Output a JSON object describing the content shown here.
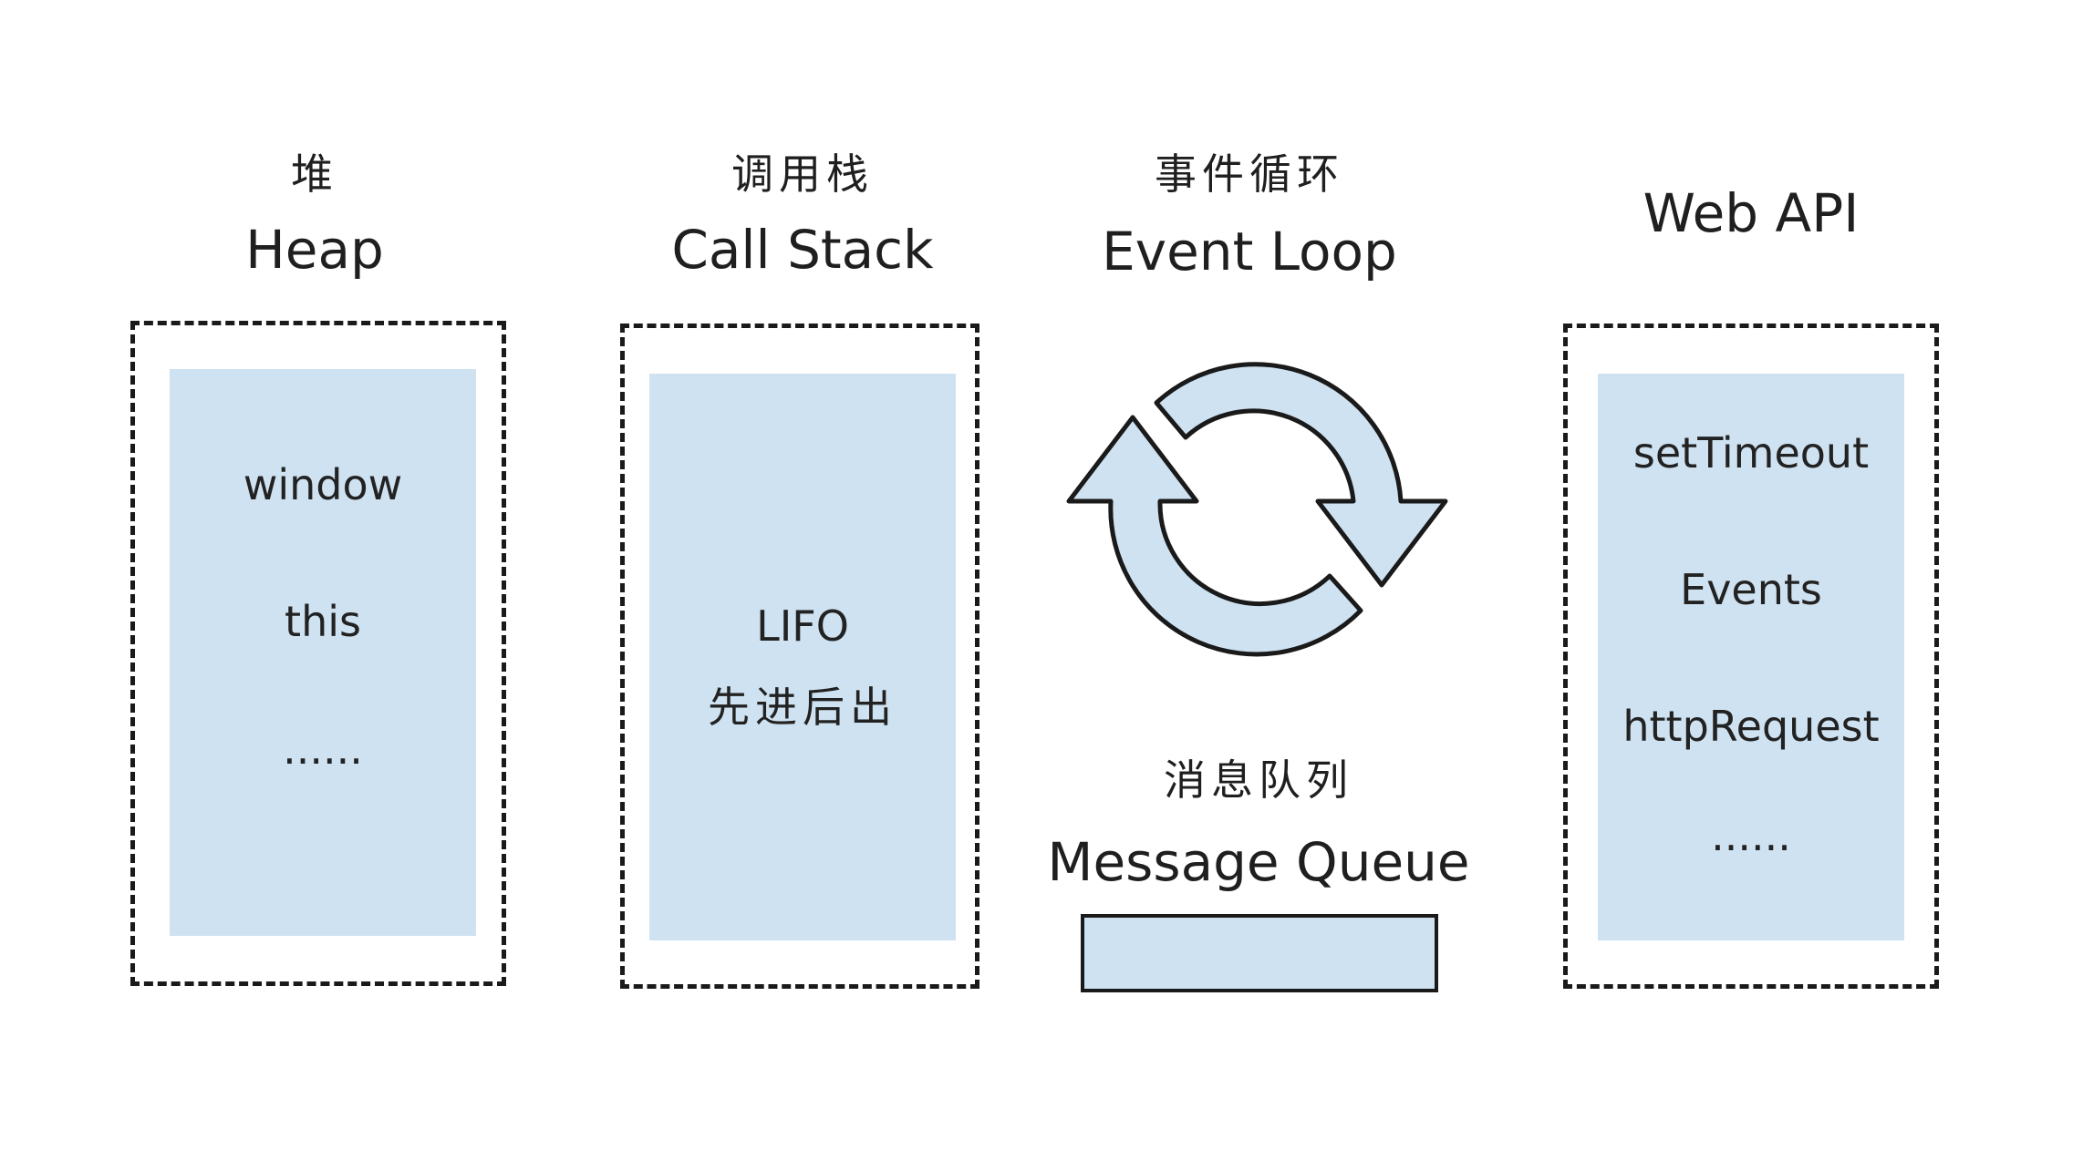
{
  "heap": {
    "title_cn": "堆",
    "title_en": "Heap",
    "items": [
      "window",
      "this",
      "......"
    ]
  },
  "call_stack": {
    "title_cn": "调用栈",
    "title_en": "Call Stack",
    "items": [
      "LIFO",
      "先进后出"
    ]
  },
  "event_loop": {
    "title_cn": "事件循环",
    "title_en": "Event Loop",
    "icon": "cycle-arrows-icon"
  },
  "message_queue": {
    "title_cn": "消息队列",
    "title_en": "Message Queue"
  },
  "web_api": {
    "title_en": "Web API",
    "items": [
      "setTimeout",
      "Events",
      "httpRequest",
      "......"
    ]
  },
  "colors": {
    "fill": "#cfe2f1",
    "stroke": "#1a1a1a",
    "background": "#ffffff"
  }
}
